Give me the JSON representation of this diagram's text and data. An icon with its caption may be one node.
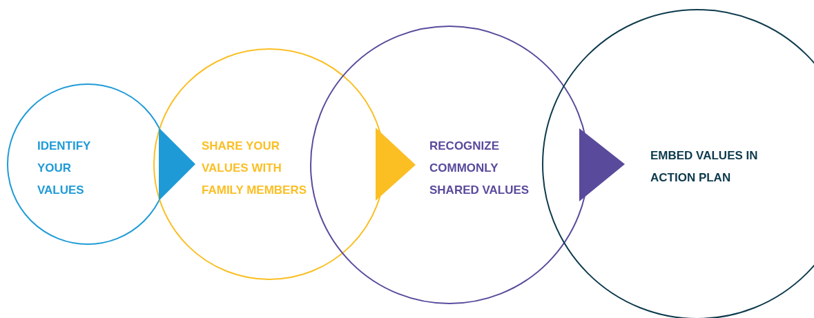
{
  "diagram": {
    "nodes": [
      {
        "text": [
          "IDENTIFY YOUR VALUES"
        ]
      },
      {
        "text": [
          "SHARE YOUR VALUES WITH FAMILY MEMBERS"
        ]
      },
      {
        "text": [
          "RECOGNIZE COMMONLY SHARED VALUES"
        ]
      },
      {
        "text": [
          "EMBED VALUES IN ACTION PLAN"
        ]
      }
    ],
    "edges": [
      {
        "from": 0,
        "to": 1,
        "arrow": "to",
        "color": "#1e9bd7"
      },
      {
        "from": 1,
        "to": 2,
        "arrow": "to",
        "color": "#fbbf24"
      },
      {
        "from": 2,
        "to": 3,
        "arrow": "to",
        "color": "#594a9c"
      }
    ]
  }
}
